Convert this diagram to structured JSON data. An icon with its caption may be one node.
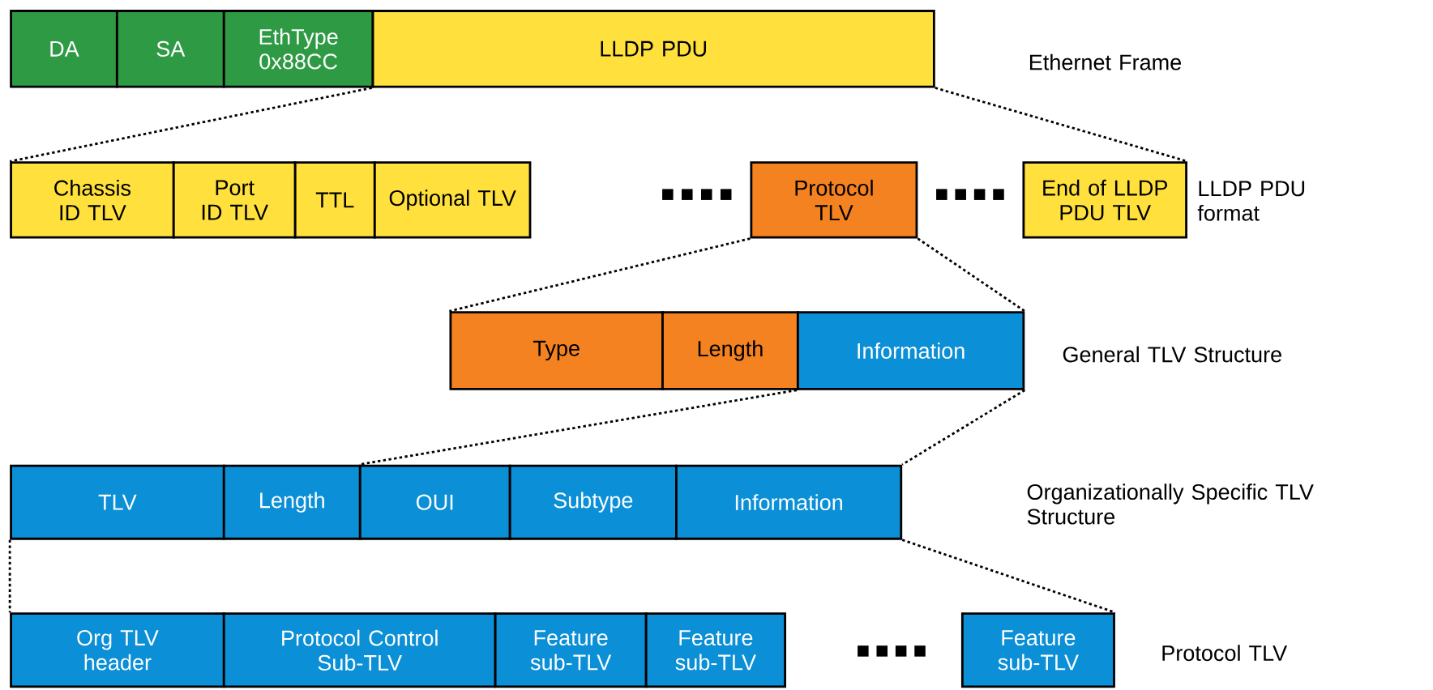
{
  "diagram": {
    "nodes": [
      {
        "text": [
          "DA"
        ]
      },
      {
        "text": [
          "SA"
        ]
      },
      {
        "text": [
          "EthType 0x88CC"
        ]
      },
      {
        "text": [
          "LLDP PDU"
        ]
      },
      {
        "text": [
          "Chassis ID TLV"
        ]
      },
      {
        "text": [
          "Port ID TLV"
        ]
      },
      {
        "text": [
          "TTL"
        ]
      },
      {
        "text": [
          "Optional TLV"
        ]
      },
      {
        "text": [
          "Protocol TLV"
        ]
      },
      {
        "text": [
          "End of LLDP PDU TLV"
        ]
      },
      {
        "text": [
          "Type"
        ]
      },
      {
        "text": [
          "Length"
        ]
      },
      {
        "text": [
          "Information"
        ]
      },
      {
        "text": [
          "TLV"
        ]
      },
      {
        "text": [
          "Length"
        ]
      },
      {
        "text": [
          "OUI"
        ]
      },
      {
        "text": [
          "Subtype"
        ]
      },
      {
        "text": [
          "Information"
        ]
      },
      {
        "text": [
          "Org TLV header"
        ]
      },
      {
        "text": [
          "Protocol Control Sub-TLV"
        ]
      },
      {
        "text": [
          "Feature sub-TLV"
        ]
      },
      {
        "text": [
          "Feature sub-TLV"
        ]
      },
      {
        "text": [
          "Feature sub-TLV"
        ]
      }
    ],
    "edges": [
      {
        "from": 3,
        "to": 4,
        "arrow": "none",
        "style": "dashed"
      },
      {
        "from": 3,
        "to": 9,
        "arrow": "none",
        "style": "dashed"
      },
      {
        "from": 8,
        "to": 10,
        "arrow": "none",
        "style": "dashed"
      },
      {
        "from": 8,
        "to": 12,
        "arrow": "none",
        "style": "dashed"
      },
      {
        "from": 12,
        "to": 15,
        "arrow": "none",
        "style": "dashed"
      },
      {
        "from": 12,
        "to": 17,
        "arrow": "none",
        "style": "dashed"
      },
      {
        "from": 13,
        "to": 18,
        "arrow": "none",
        "style": "dashed"
      },
      {
        "from": 17,
        "to": 22,
        "arrow": "none",
        "style": "dashed"
      }
    ],
    "labels": [
      "Ethernet Frame",
      "LLDP PDU format",
      "General TLV Structure",
      "Organizationally Specific TLV Structure",
      "Protocol TLV"
    ]
  }
}
